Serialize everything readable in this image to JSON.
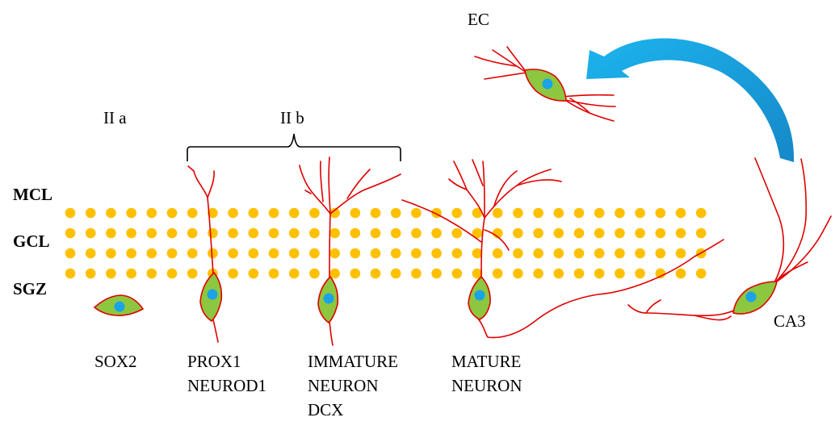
{
  "layers": {
    "mcl": "MCL",
    "gcl": "GCL",
    "sgz": "SGZ"
  },
  "stages": {
    "stage_2a": "II a",
    "stage_2b": "II b"
  },
  "markers": {
    "sox2": "SOX2",
    "prox1": "PROX1",
    "neurod1": "NEUROD1",
    "immature_line1": "IMMATURE",
    "immature_line2": "NEURON",
    "immature_line3": "DCX",
    "mature_line1": "MATURE",
    "mature_line2": "NEURON"
  },
  "regions": {
    "ec": "EC",
    "ca3": "CA3"
  },
  "colors": {
    "granule_dots": "#ffc000",
    "soma_fill": "#8dc63f",
    "neurite": "#e00000",
    "nucleus": "#1aa3e8",
    "arrow": "#1aa3e8"
  }
}
